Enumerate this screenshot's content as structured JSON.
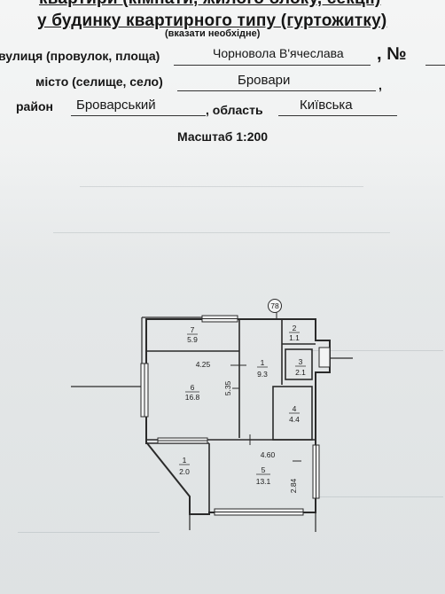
{
  "header": {
    "line1": "квартири (кімнати, жилого блоку, секції)",
    "line2": "у будинку квартирного типу (гуртожитку)",
    "hint": "(вказати необхідне)"
  },
  "address": {
    "street_label": "вулиця (провулок, площа)",
    "street_value": "Чорновола В'ячеслава",
    "number_label": ", №",
    "city_label": "місто (селище, село)",
    "city_value": "Бровари",
    "district_label": "район",
    "district_value": "Броварський",
    "region_label": ", область",
    "region_value": "Київська"
  },
  "scale": "Масштаб 1:200",
  "plan": {
    "axis_marker": "78",
    "rooms": [
      {
        "num": "7",
        "area": "5.9"
      },
      {
        "num": "6",
        "area": "16.8"
      },
      {
        "num": "1",
        "area": "9.3"
      },
      {
        "num": "2",
        "area": "1.1"
      },
      {
        "num": "3",
        "area": "2.1"
      },
      {
        "num": "4",
        "area": "4.4"
      },
      {
        "num": "5",
        "area": "13.1"
      },
      {
        "num": "1",
        "area": "2.0"
      }
    ],
    "dimensions": [
      "4.25",
      "5.35",
      "4.60",
      "2.84"
    ]
  }
}
